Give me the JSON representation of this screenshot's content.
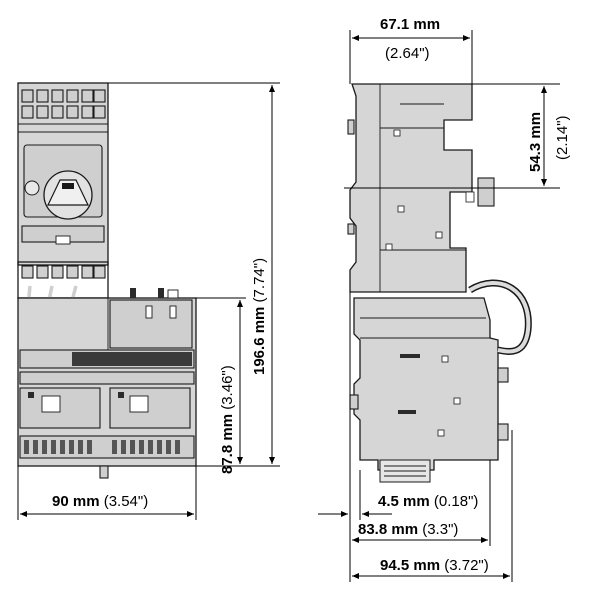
{
  "dimensions": {
    "width_front": {
      "metric": "90 mm",
      "imperial": "(3.54\")"
    },
    "height_total": {
      "metric": "196.6 mm",
      "imperial": "(7.74\")"
    },
    "height_lower": {
      "metric": "87.8 mm",
      "imperial": "(3.46\")"
    },
    "depth_top": {
      "metric": "67.1 mm",
      "imperial": "(2.64\")"
    },
    "height_upper_side": {
      "metric": "54.3 mm",
      "imperial": "(2.14\")"
    },
    "offset_rail": {
      "metric": "4.5 mm",
      "imperial": "(0.18\")"
    },
    "depth_mid": {
      "metric": "83.8 mm",
      "imperial": "(3.3\")"
    },
    "depth_total": {
      "metric": "94.5 mm",
      "imperial": "(3.72\")"
    }
  },
  "colors": {
    "device_fill": "#d6d6d6",
    "outline": "#1a1a1a",
    "dimension_line": "#000000"
  }
}
